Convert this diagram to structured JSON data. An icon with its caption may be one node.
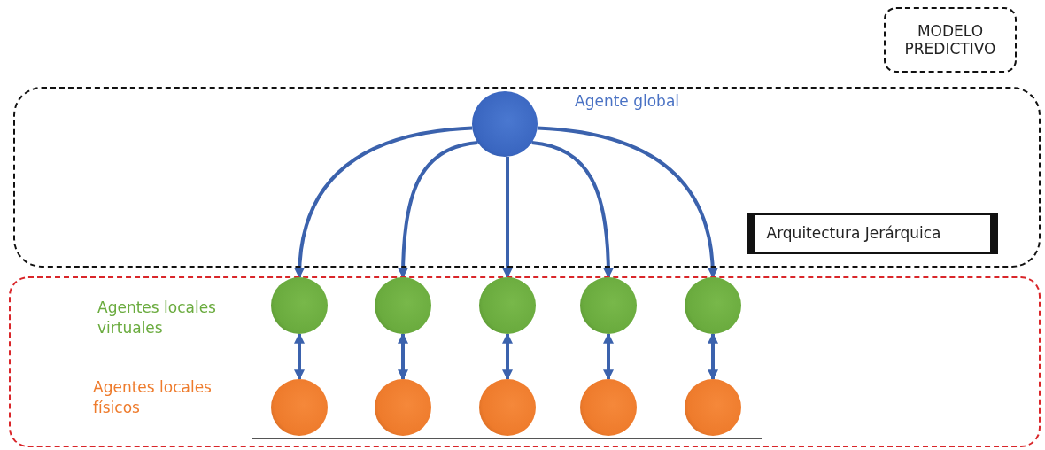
{
  "diagram": {
    "nodes": [
      {
        "text": [
          "MODELO PREDICTIVO"
        ]
      },
      {
        "text": [],
        "shape": "box"
      },
      {
        "text": [],
        "shape": "circle",
        "in": 1,
        "beside": [
          "Agente global"
        ]
      },
      {
        "text": [
          "Arquitectura Jerárquica"
        ],
        "in": 1
      },
      {
        "text": [],
        "shape": "box"
      },
      {
        "text": [],
        "shape": "circle",
        "in": 4
      },
      {
        "text": [],
        "shape": "circle",
        "in": 4
      },
      {
        "text": [],
        "shape": "circle",
        "in": 4
      },
      {
        "text": [],
        "shape": "circle",
        "in": 4
      },
      {
        "text": [],
        "shape": "circle",
        "in": 4
      },
      {
        "text": [],
        "shape": "circle",
        "in": 4
      },
      {
        "text": [],
        "shape": "circle",
        "in": 4
      },
      {
        "text": [],
        "shape": "circle",
        "in": 4
      },
      {
        "text": [],
        "shape": "circle",
        "in": 4
      },
      {
        "text": [],
        "shape": "circle",
        "in": 4
      }
    ],
    "edges": [
      {
        "from": 2,
        "to": 5,
        "arrow": "to"
      },
      {
        "from": 2,
        "to": 6,
        "arrow": "to"
      },
      {
        "from": 2,
        "to": 7,
        "arrow": "to"
      },
      {
        "from": 2,
        "to": 8,
        "arrow": "to"
      },
      {
        "from": 2,
        "to": 9,
        "arrow": "to"
      },
      {
        "from": 5,
        "to": 10,
        "arrow": "both"
      },
      {
        "from": 6,
        "to": 11,
        "arrow": "both"
      },
      {
        "from": 7,
        "to": 12,
        "arrow": "both"
      },
      {
        "from": 8,
        "to": 13,
        "arrow": "both"
      },
      {
        "from": 9,
        "to": 14,
        "arrow": "both"
      }
    ],
    "labels": [
      "Agentes locales virtuales",
      "Agentes locales físicos"
    ]
  }
}
